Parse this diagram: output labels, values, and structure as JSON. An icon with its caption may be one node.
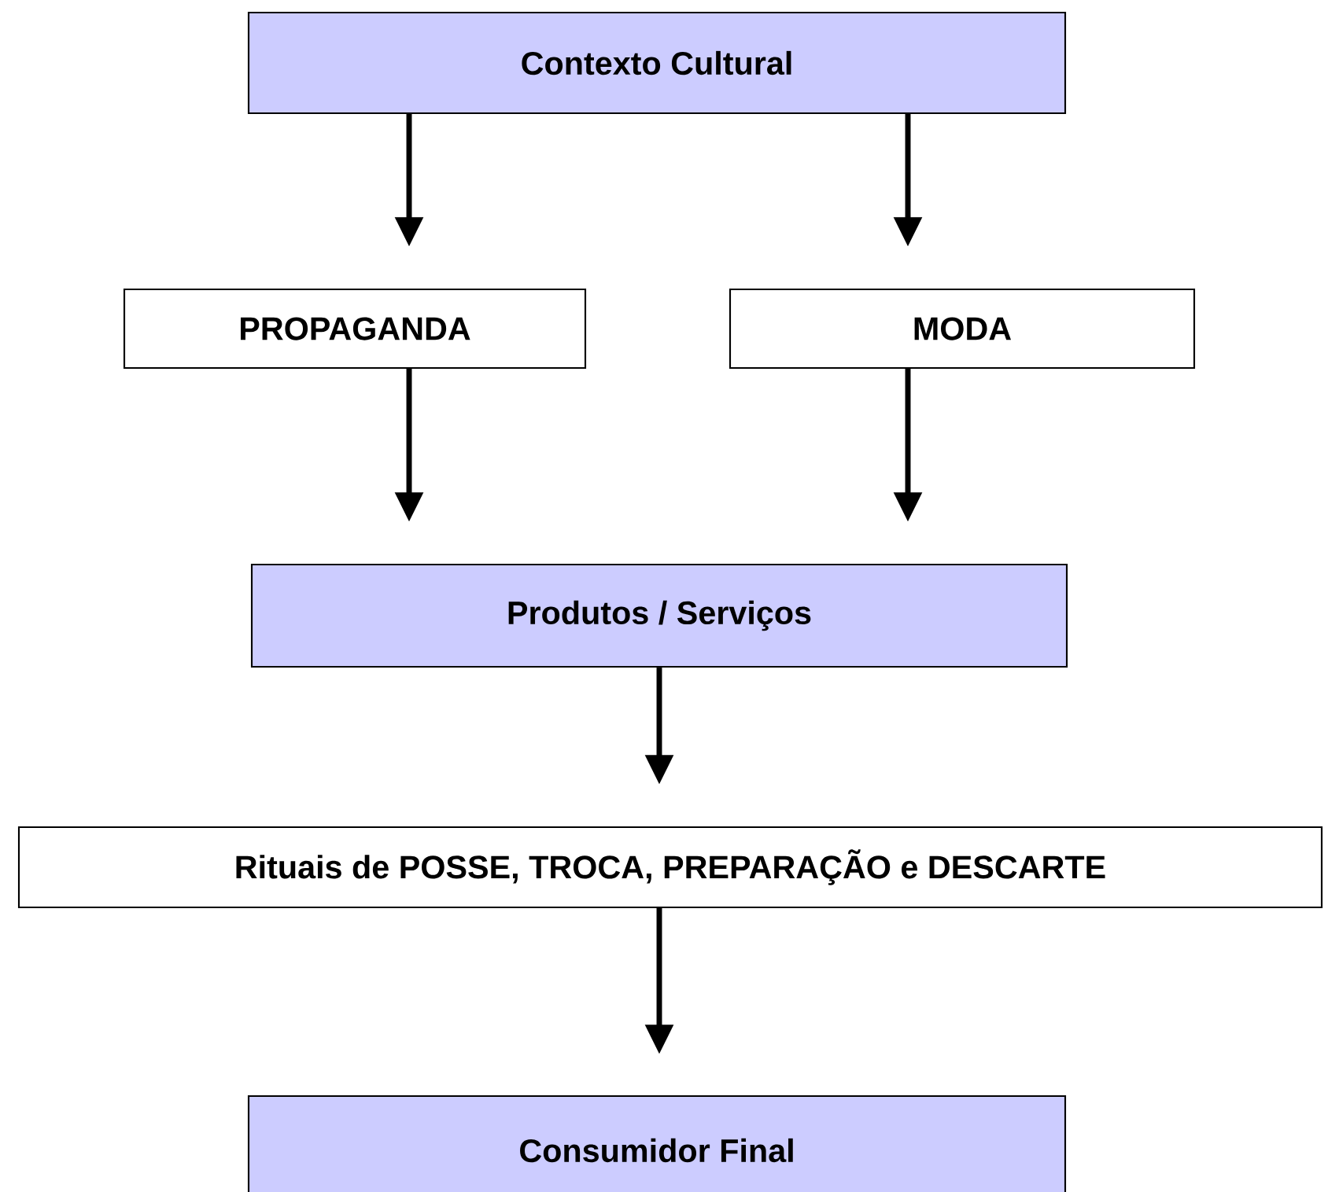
{
  "diagram": {
    "nodes": [
      {
        "text": [
          "Contexto Cultural"
        ]
      },
      {
        "text": [
          "PROPAGANDA"
        ]
      },
      {
        "text": [
          "MODA"
        ]
      },
      {
        "text": [
          "Produtos / Serviços"
        ]
      },
      {
        "text": [
          "Rituais de POSSE, TROCA, PREPARAÇÃO e DESCARTE"
        ]
      },
      {
        "text": [
          "Consumidor Final"
        ]
      }
    ],
    "edges": [
      {
        "from": 0,
        "to": 1,
        "arrow": "to"
      },
      {
        "from": 0,
        "to": 2,
        "arrow": "to"
      },
      {
        "from": 1,
        "to": 3,
        "arrow": "to"
      },
      {
        "from": 2,
        "to": 3,
        "arrow": "to"
      },
      {
        "from": 3,
        "to": 4,
        "arrow": "to"
      },
      {
        "from": 4,
        "to": 5,
        "arrow": "to"
      }
    ]
  }
}
